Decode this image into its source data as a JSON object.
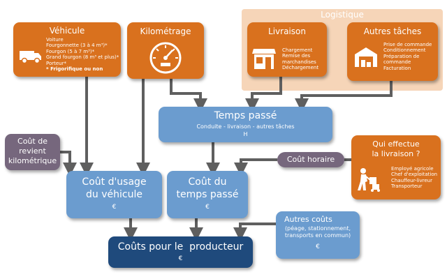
{
  "logistique": {
    "label": "Logistique"
  },
  "vehicule": {
    "title": "Véhicule",
    "lines": [
      "Voiture",
      "Fourgonnette (3 à 4 m³)*",
      "Fourgon (5 à 7 m³)*",
      "Grand fourgon (8 m³ et plus)*",
      "Porteur*"
    ],
    "note": "* Frigorifique ou non"
  },
  "kilometrage": {
    "title": "Kilométrage"
  },
  "livraison": {
    "title": "Livraison",
    "lines": [
      "Chargement",
      "Remise des",
      "marchandises",
      "Déchargement"
    ]
  },
  "autres_taches": {
    "title": "Autres tâches",
    "lines": [
      "Prise de commande",
      "Conditionnement",
      "Préparation de",
      "commande",
      "Facturation"
    ]
  },
  "temps_passe": {
    "title": "Temps passé",
    "subtitle": "Conduite - livraison - autres tâches",
    "unit": "H"
  },
  "cout_revient": {
    "lines": [
      "Coût de",
      "revient",
      "kilométrique"
    ]
  },
  "cout_horaire": {
    "label": "Coût horaire"
  },
  "qui_effectue": {
    "title_lines": [
      "Qui effectue",
      "la livraison ?"
    ],
    "lines": [
      "Employé agricole",
      "Chef d'exploitation",
      "Chauffeur-livreur",
      "Transporteur"
    ]
  },
  "cout_usage": {
    "title_lines": [
      "Coût d'usage",
      "du véhicule"
    ],
    "unit": "€"
  },
  "cout_temps": {
    "title_lines": [
      "Coût du",
      "temps passé"
    ],
    "unit": "€"
  },
  "autres_couts": {
    "title": "Autres coûts",
    "lines": [
      "(péage, stationnement,",
      "transports en commun)"
    ],
    "unit": "€"
  },
  "couts_producteur": {
    "title": "Coûts pour le  producteur",
    "unit": "€"
  },
  "colors": {
    "orange": "#d9711e",
    "blue": "#6b9ccf",
    "navy": "#1f4a7c",
    "purple": "#76677d",
    "logistique_bg": "#f6d5b8",
    "arrow": "#5f5f5f"
  },
  "icons": {
    "vehicule": "van-icon",
    "kilometrage": "speedometer-icon",
    "livraison": "shop-icon",
    "autres_taches": "warehouse-icon",
    "qui_effectue": "delivery-person-icon"
  }
}
